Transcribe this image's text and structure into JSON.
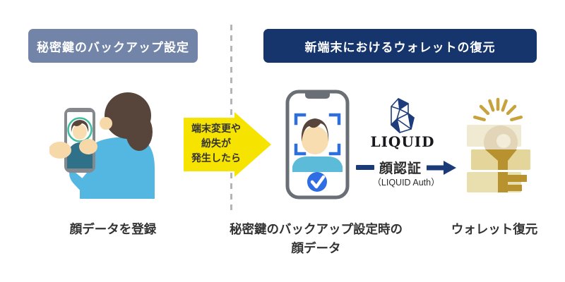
{
  "headers": {
    "left": "秘密鍵のバックアップ設定",
    "right": "新端末におけるウォレットの復元"
  },
  "trigger_arrow": {
    "lines": [
      "端末変更や",
      "紛失が",
      "発生したら"
    ]
  },
  "liquid": {
    "wordmark": "LIQUID",
    "auth_label": "顔認証",
    "auth_subtitle": "（LIQUID Auth）"
  },
  "captions": {
    "register": "顔データを登録",
    "backup_face_line1": "秘密鍵のバックアップ設定時の",
    "backup_face_line2": "顔データ",
    "restore": "ウォレット復元"
  },
  "colors": {
    "left_badge_bg": "#7285a9",
    "right_badge_bg": "#16356d",
    "trigger_arrow_yellow": "#f6e300",
    "liquid_navy": "#1b3a78",
    "scan_frame_blue": "#2e6fe0",
    "check_blue": "#2f6de4",
    "shirt_blue": "#53b7e2",
    "selfie_ring_teal": "#3dbd9e",
    "key_gold": "#b8922e",
    "text_dark": "#333333",
    "divider_gray": "#b5b5b5"
  },
  "icons": {
    "trigger_arrow": "right-arrow-yellow",
    "auth_arrow": "right-arrow-navy",
    "liquid_logo": "faceted-crystal",
    "person": "person-taking-selfie",
    "scan_phone": "phone-face-scan-check",
    "wallet_key": "golden-key-with-rays"
  }
}
